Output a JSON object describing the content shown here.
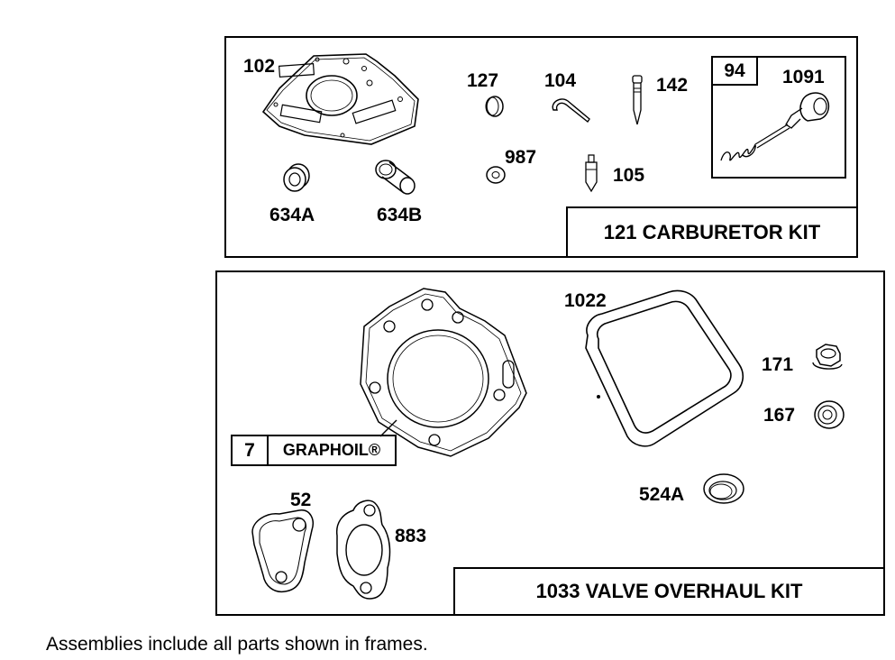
{
  "carburetor_kit": {
    "title": "121 CARBURETOR KIT",
    "parts": {
      "p102": "102",
      "p127": "127",
      "p104": "104",
      "p142": "142",
      "p987": "987",
      "p105": "105",
      "p634a": "634A",
      "p634b": "634B"
    },
    "subframe": {
      "p94": "94",
      "p1091": "1091"
    }
  },
  "valve_kit": {
    "title": "1033 VALVE OVERHAUL KIT",
    "parts": {
      "p1022": "1022",
      "p171": "171",
      "p167": "167",
      "p524a": "524A",
      "p52": "52",
      "p883": "883"
    },
    "graphoil": {
      "number": "7",
      "label": "GRAPHOIL®"
    }
  },
  "footer": "Assemblies include all parts shown in frames."
}
